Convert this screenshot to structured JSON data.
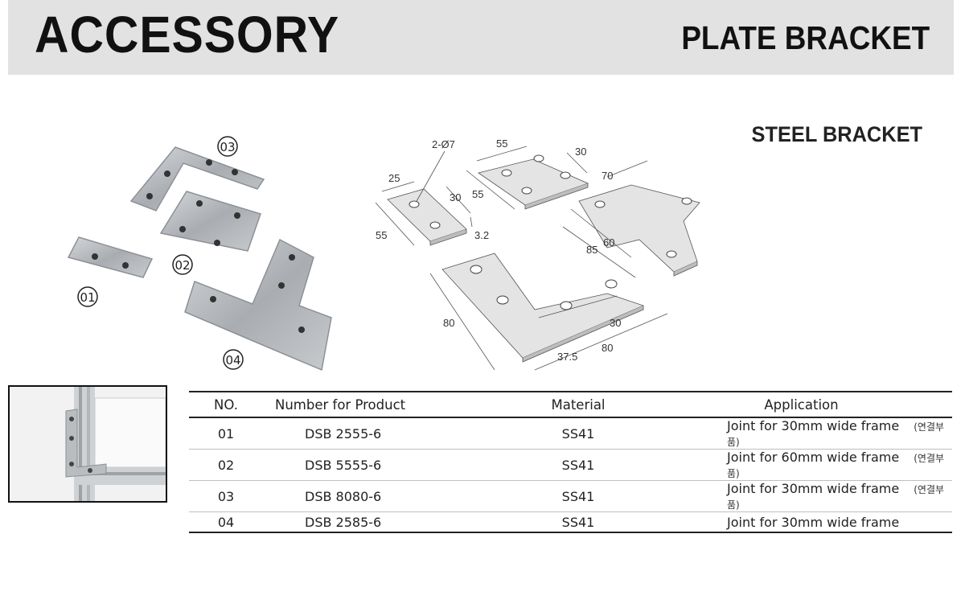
{
  "header": {
    "title": "ACCESSORY",
    "subtitle": "PLATE BRACKET"
  },
  "section_label": "STEEL BRACKET",
  "photo_labels": {
    "p01": "01",
    "p02": "02",
    "p03": "03",
    "p04": "04"
  },
  "drawing": {
    "holes": "2-Ø7",
    "dim_25": "25",
    "dim_30_small": "30",
    "dim_55_small": "55",
    "dim_3_2": "3.2",
    "dim_55_top": "55",
    "dim_30_top": "30",
    "dim_55_left": "55",
    "dim_70": "70",
    "dim_60": "60",
    "dim_85": "85",
    "dim_80_left": "80",
    "dim_30_L": "30",
    "dim_80_bottom": "80",
    "dim_37_5": "37.5"
  },
  "table": {
    "headers": {
      "no": "NO.",
      "product": "Number for Product",
      "material": "Material",
      "application": "Application"
    },
    "rows": [
      {
        "no": "01",
        "product": "DSB 2555-6",
        "material": "SS41",
        "application": "Joint for 30mm wide frame",
        "note": "(연결부품)"
      },
      {
        "no": "02",
        "product": "DSB 5555-6",
        "material": "SS41",
        "application": "Joint for 60mm wide frame",
        "note": "(연결부품)"
      },
      {
        "no": "03",
        "product": "DSB 8080-6",
        "material": "SS41",
        "application": "Joint for 30mm wide frame",
        "note": "(연결부품)"
      },
      {
        "no": "04",
        "product": "DSB 2585-6",
        "material": "SS41",
        "application": "Joint for 30mm wide frame",
        "note": ""
      }
    ]
  },
  "colors": {
    "header_bg": "#e2e2e2",
    "plate_metal": "#b9bdc0",
    "plate_drawing": "#e3e3e3"
  }
}
